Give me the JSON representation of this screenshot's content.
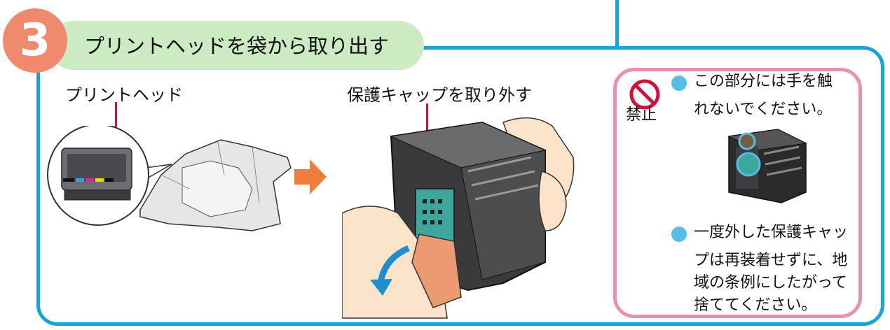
{
  "step": {
    "number": "3",
    "title": "プリントヘッドを袋から取り出す"
  },
  "labels": {
    "print_head": "プリントヘッド",
    "remove_cap": "保護キャップを取り外す"
  },
  "caution": {
    "prohibit_label": "禁止",
    "note1_line1": "この部分には手を触",
    "note1_line2": "れないでください。",
    "note2_line1": "一度外した保護キャッ",
    "note2_line2": "プは再装着せずに、地",
    "note2_line3": "域の条例にしたがって",
    "note2_line4": "捨ててください。"
  },
  "colors": {
    "frame": "#1aa3d9",
    "banner": "#ccebc3",
    "step_circle": "#ef8a6d",
    "caution_border": "#e790b4",
    "bullet": "#55bde6",
    "arrow": "#ef7d3c",
    "cap": "#ec9a72",
    "pointer_line": "#d0113a"
  }
}
